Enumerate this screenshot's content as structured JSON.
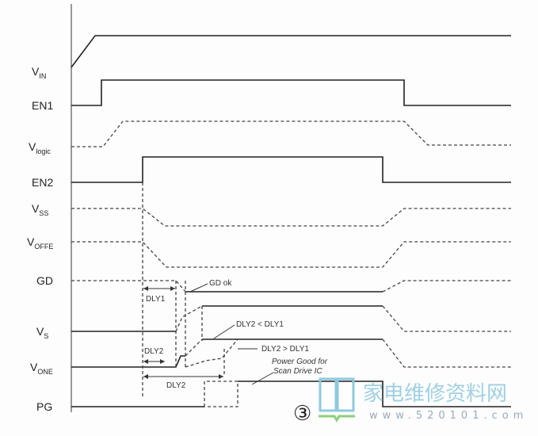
{
  "signals": [
    {
      "name": "V",
      "sub": "IN"
    },
    {
      "name": "EN1",
      "sub": ""
    },
    {
      "name": "V",
      "sub": "logic"
    },
    {
      "name": "EN2",
      "sub": ""
    },
    {
      "name": "V",
      "sub": "SS"
    },
    {
      "name": "V",
      "sub": "OFFE"
    },
    {
      "name": "GD",
      "sub": ""
    },
    {
      "name": "V",
      "sub": "S"
    },
    {
      "name": "V",
      "sub": "ONE"
    },
    {
      "name": "PG",
      "sub": ""
    }
  ],
  "annotations": {
    "gd_ok": "GD ok",
    "dly1": "DLY1",
    "dly2_a": "DLY2",
    "dly2_b": "DLY2",
    "dly2_lt": "DLY2 < DLY1",
    "dly2_gt": "DLY2 > DLY1",
    "pg_line1": "Power Good for",
    "pg_line2": "Scan Drive IC"
  },
  "figure_number": "③",
  "watermark": {
    "title": "家电维修资料网",
    "url": "www.520101.com",
    "accent": "#e05050"
  }
}
